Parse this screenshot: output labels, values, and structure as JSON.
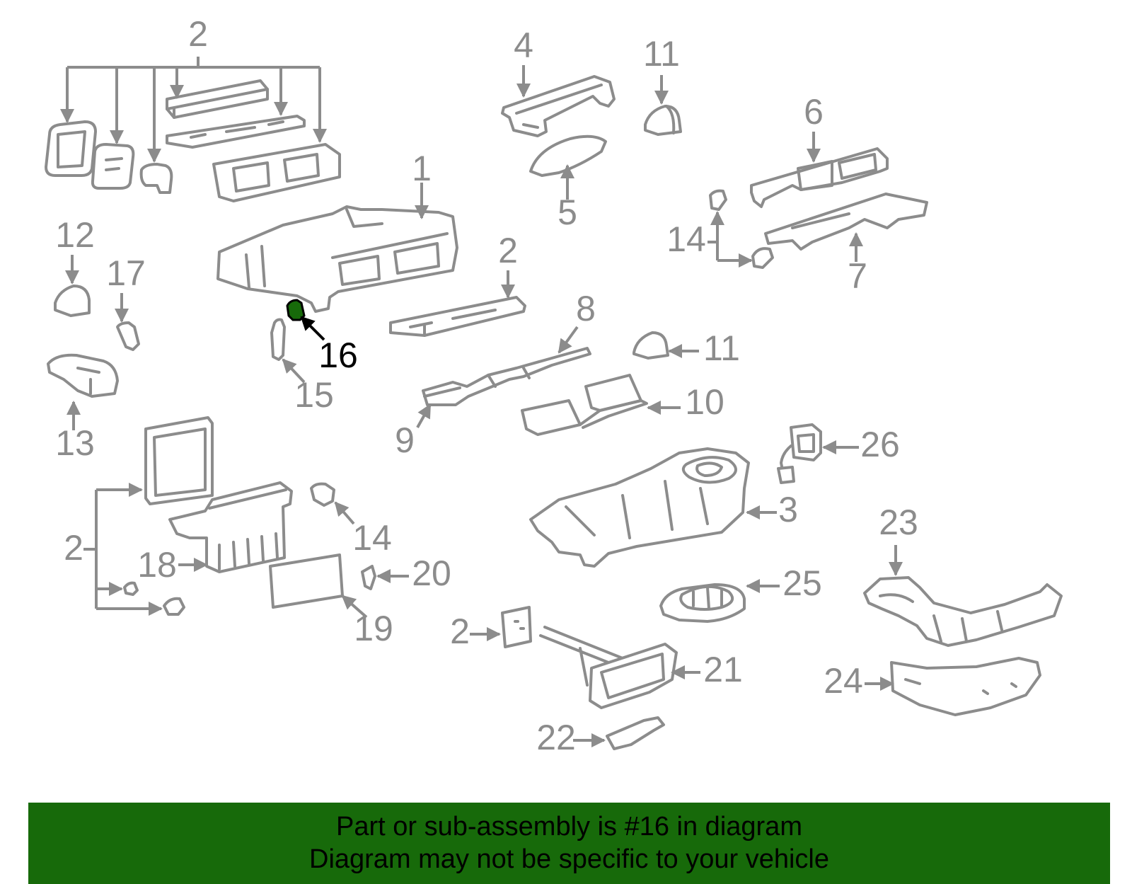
{
  "diagram": {
    "highlighted_part": "16",
    "highlight_color": "#176a0a",
    "callouts": [
      {
        "id": "c2a",
        "label": "2"
      },
      {
        "id": "c4",
        "label": "4"
      },
      {
        "id": "c11a",
        "label": "11"
      },
      {
        "id": "c6",
        "label": "6"
      },
      {
        "id": "c1",
        "label": "1"
      },
      {
        "id": "c5",
        "label": "5"
      },
      {
        "id": "c12",
        "label": "12"
      },
      {
        "id": "c17",
        "label": "17"
      },
      {
        "id": "c14a",
        "label": "14"
      },
      {
        "id": "c7",
        "label": "7"
      },
      {
        "id": "c2b",
        "label": "2"
      },
      {
        "id": "c8",
        "label": "8"
      },
      {
        "id": "c16",
        "label": "16"
      },
      {
        "id": "c11b",
        "label": "11"
      },
      {
        "id": "c15",
        "label": "15"
      },
      {
        "id": "c13",
        "label": "13"
      },
      {
        "id": "c10",
        "label": "10"
      },
      {
        "id": "c9",
        "label": "9"
      },
      {
        "id": "c26",
        "label": "26"
      },
      {
        "id": "c3",
        "label": "3"
      },
      {
        "id": "c14b",
        "label": "14"
      },
      {
        "id": "c2c",
        "label": "2"
      },
      {
        "id": "c18",
        "label": "18"
      },
      {
        "id": "c23",
        "label": "23"
      },
      {
        "id": "c20",
        "label": "20"
      },
      {
        "id": "c25",
        "label": "25"
      },
      {
        "id": "c19",
        "label": "19"
      },
      {
        "id": "c2d",
        "label": "2"
      },
      {
        "id": "c21",
        "label": "21"
      },
      {
        "id": "c24",
        "label": "24"
      },
      {
        "id": "c22",
        "label": "22"
      }
    ]
  },
  "banner": {
    "background": "#176a0a",
    "line1": "Part or sub-assembly is #16 in diagram",
    "line2": "Diagram may not be specific to your vehicle"
  }
}
